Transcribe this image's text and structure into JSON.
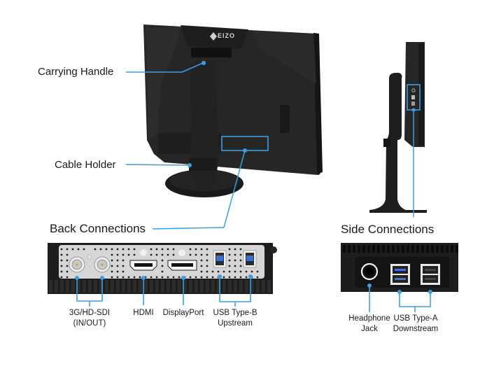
{
  "title": "Monitor connections and features",
  "colors": {
    "accent": "#3d9ee0",
    "bezel": "#1c1c1c",
    "panel_plate": "#d8d8d8",
    "background": "#ffffff"
  },
  "brand": {
    "logo_text": "EIZO"
  },
  "callouts": {
    "carrying_handle": "Carrying Handle",
    "cable_holder": "Cable Holder"
  },
  "sections": {
    "back": {
      "title": "Back Connections",
      "ports": [
        {
          "label_line1": "3G/HD-SDI",
          "label_line2": "(IN/OUT)",
          "count": 2,
          "type": "bnc"
        },
        {
          "label_line1": "HDMI",
          "label_line2": "",
          "count": 1,
          "type": "hdmi"
        },
        {
          "label_line1": "DisplayPort",
          "label_line2": "",
          "count": 1,
          "type": "displayport"
        },
        {
          "label_line1": "USB Type-B",
          "label_line2": "Upstream",
          "count": 2,
          "type": "usb-b"
        }
      ]
    },
    "side": {
      "title": "Side Connections",
      "ports": [
        {
          "label_line1": "Headphone",
          "label_line2": "Jack",
          "count": 1,
          "type": "headphone"
        },
        {
          "label_line1": "USB Type-A",
          "label_line2": "Downstream",
          "count": 4,
          "type": "usb-a"
        }
      ]
    }
  }
}
